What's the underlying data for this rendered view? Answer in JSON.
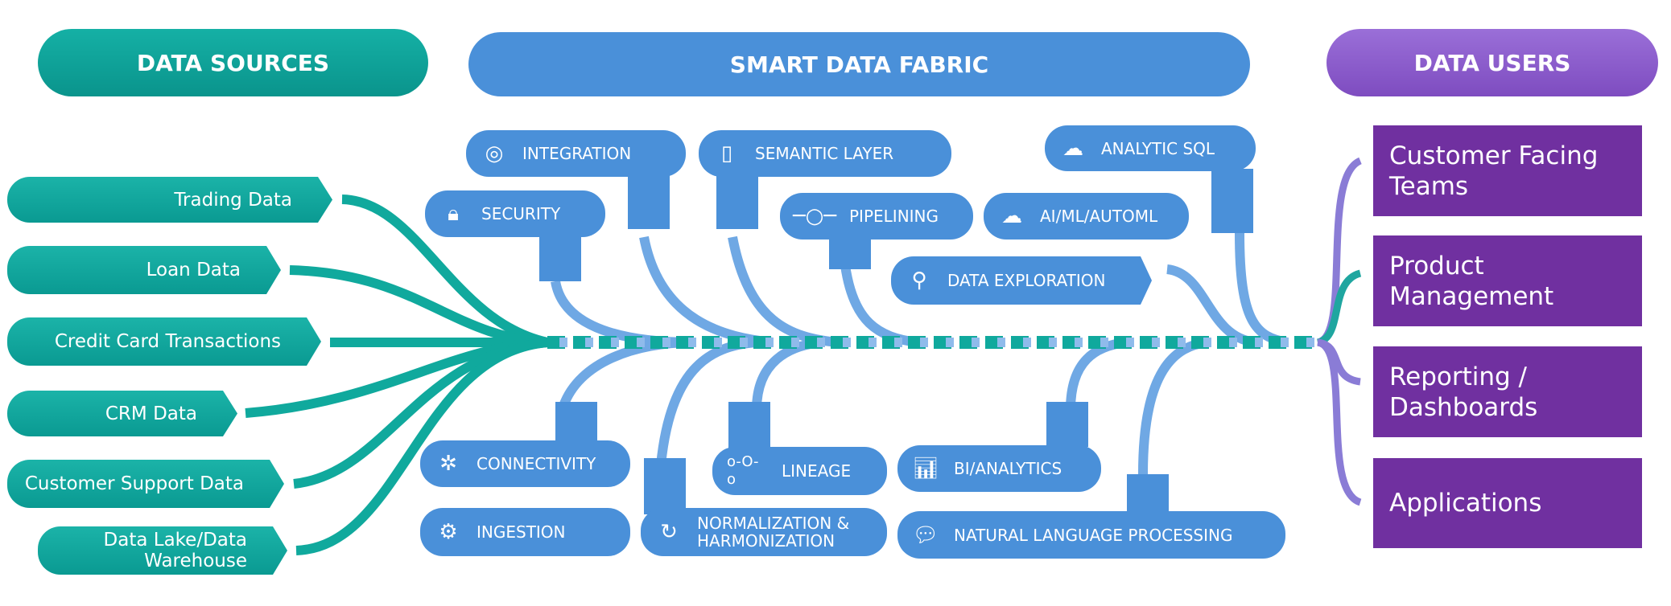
{
  "headers": {
    "sources": "DATA SOURCES",
    "fabric": "SMART DATA FABRIC",
    "users": "DATA USERS"
  },
  "sources": [
    "Trading Data",
    "Loan Data",
    "Credit Card Transactions",
    "CRM Data",
    "Customer Support Data",
    "Data Lake/Data Warehouse"
  ],
  "users": [
    "Customer Facing Teams",
    "Product Management",
    "Reporting / Dashboards",
    "Applications"
  ],
  "capabilities": {
    "integration": "INTEGRATION",
    "semantic": "SEMANTIC LAYER",
    "analytic_sql": "ANALYTIC SQL",
    "security": "SECURITY",
    "pipelining": "PIPELINING",
    "aiml": "AI/ML/AUTOML",
    "exploration": "DATA EXPLORATION",
    "connectivity": "CONNECTIVITY",
    "ingestion": "INGESTION",
    "lineage": "LINEAGE",
    "normalization": "NORMALIZATION & HARMONIZATION",
    "bi": "BI/ANALYTICS",
    "nlp": "NATURAL LANGUAGE PROCESSING"
  },
  "colors": {
    "teal": "#0fa59a",
    "blue": "#4a90d9",
    "purple": "#7030a0",
    "purple_header": "#8a5cc8"
  }
}
